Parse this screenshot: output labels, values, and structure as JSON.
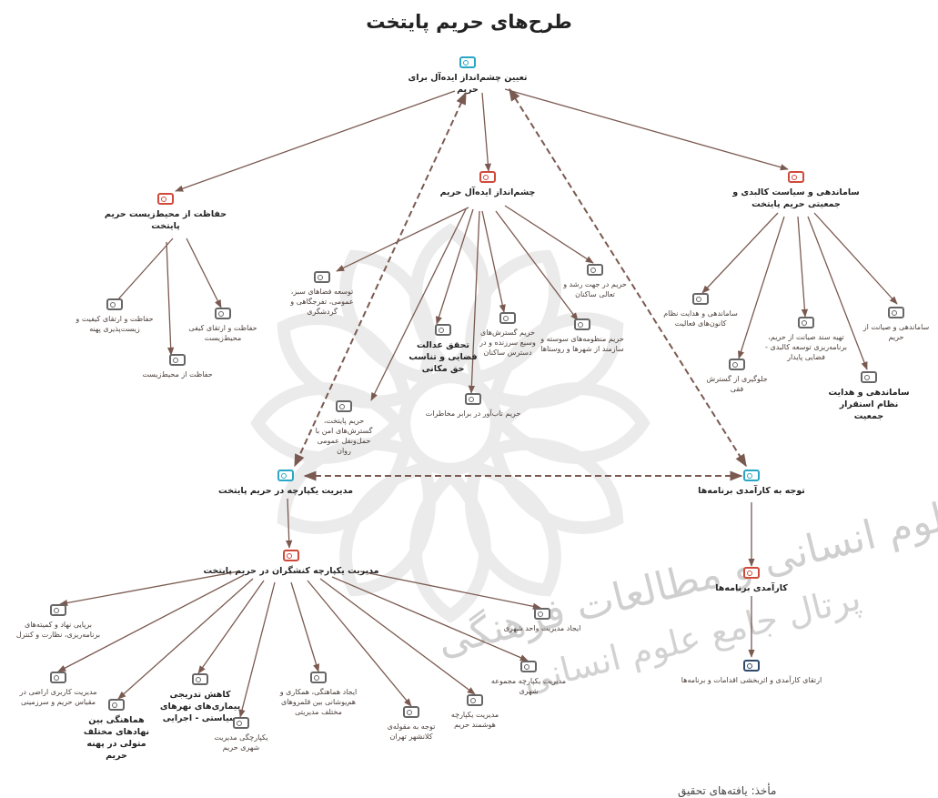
{
  "title": "طرح‌های حریم پایتخت",
  "colors": {
    "red": "#d04a3c",
    "blue": "#2aa7c7",
    "gray": "#666666",
    "navy": "#2f4a6b",
    "edge": "#7a5a50"
  },
  "watermark": {
    "line1": "پژوهشگاه علوم انسانی و مطالعات فرهنگی",
    "line2": "پرتال جامع علوم انسانی"
  },
  "nodes": {
    "root": "تعیین چشم‌انداز ایده‌آل برای حریم",
    "env": "حفاظت از محیط‌زیست حریم پایتخت",
    "env_a": "حفاظت و ارتقای کیفیت و زیست‌پذیری پهنه",
    "env_b": "حفاظت از محیط‌زیست",
    "env_c": "حفاظت و ارتقای کیفی محیط‌زیست",
    "vision": "چشم‌انداز ایده‌آل حریم",
    "v1": "توسعه فضاهای سبز، عمومی، تفرجگاهی و گردشگری",
    "v2": "تحقق عدالت فضایی و تناسب حق مکانی",
    "v3": "حریم گسترش‌های وسیع سرزنده و در دسترس ساکنان",
    "v4": "حریم منظومه‌های سوسته و سازمند از شهرها و روستاها",
    "v5": "حریم در جهت رشد و تعالی ساکنان",
    "v6": "حریم تاب‌آور در برابر مخاطرات",
    "v7": "حریم پایتخت، گسترش‌های امن با حمل‌ونقل عمومی روان",
    "org": "ساماندهی و سیاست کالبدی و جمعیتی حریم پایتخت",
    "o1": "ساماندهی و هدایت نظام کانون‌های فعالیت",
    "o2": "جلوگیری از گسترش فقی",
    "o3": "تهیه سند صیانت از حریم، برنامه‌ریزی توسعه کالبدی - فضایی پایدار",
    "o4": "ساماندهی و هدایت نظام استقرار جمعیت",
    "o5": "ساماندهی و صیانت از حریم",
    "mgmt": "مدیریت یکپارچه در حریم پایتخت",
    "eff": "توجه به کارآمدی برنامه‌ها",
    "stake": "مدیریت یکپارچه کنشگران در حریم پایتخت",
    "s1": "برپایی نهاد و کمیته‌های برنامه‌ریزی، نظارت و کنترل",
    "s2": "مدیریت کاربری اراضی در مقیاس حریم و سرزمینی",
    "s3": "هماهنگی بین نهادهای مختلف متولی در پهنه حریم",
    "s4": "کاهش تدریجی بیماری‌های نهرهای سیاستی - اجرایی",
    "s5": "یکپارچگی مدیریت شهری حریم",
    "s6": "ایجاد هماهنگی، همکاری و هم‌پوشانی بین قلمروهای مختلف مدیریتی",
    "s7": "توجه به مقوله‌ی کلانشهر تهران",
    "s8": "مدیریت یکپارچه هوشمند حریم",
    "s9": "مدیریت یکپارچه مجموعه شهری",
    "s10": "ایجاد مدیریت واحد شهری",
    "eff_a": "کارآمدی برنامه‌ها",
    "eff_b": "ارتقای کارآمدی و اثربخشی اقدامات و برنامه‌ها"
  },
  "footer": "مأخذ: یافته‌های تحقیق"
}
